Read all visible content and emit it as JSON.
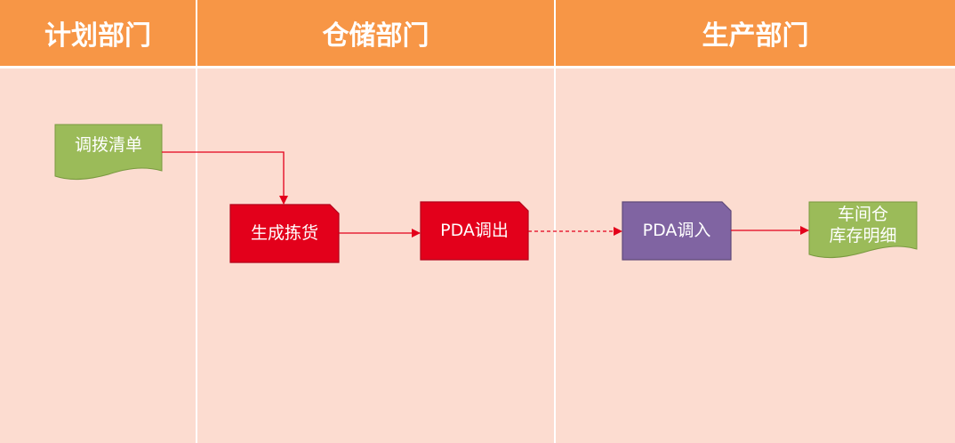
{
  "lanes": [
    {
      "id": "plan",
      "title": "计划部门"
    },
    {
      "id": "warehouse",
      "title": "仓储部门"
    },
    {
      "id": "production",
      "title": "生产部门"
    }
  ],
  "nodes": {
    "transfer_list": {
      "label": "调拨清单",
      "shape": "document",
      "color": "#9bbb59"
    },
    "generate_picking": {
      "label": "生成拣货",
      "shape": "card",
      "color": "#e3001b"
    },
    "pda_out": {
      "label": "PDA调出",
      "shape": "card",
      "color": "#e3001b"
    },
    "pda_in": {
      "label": "PDA调入",
      "shape": "card",
      "color": "#8064a2"
    },
    "workshop_inventory": {
      "label_line1": "车间仓",
      "label_line2": "库存明细",
      "shape": "document",
      "color": "#9bbb59"
    }
  },
  "colors": {
    "header": "#f79646",
    "lane_bg": "#fcdcd0",
    "connector": "#e3001b"
  }
}
